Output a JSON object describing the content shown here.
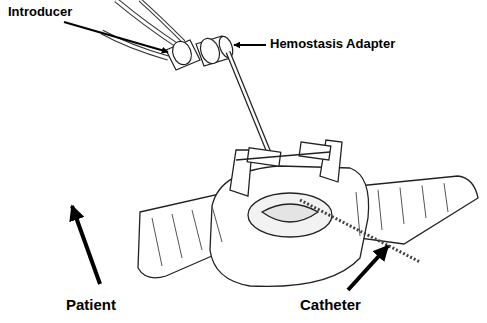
{
  "diagram": {
    "labels": [
      "Introducer",
      "Hemostasis Adapter",
      "Patient",
      "Catheter"
    ]
  }
}
